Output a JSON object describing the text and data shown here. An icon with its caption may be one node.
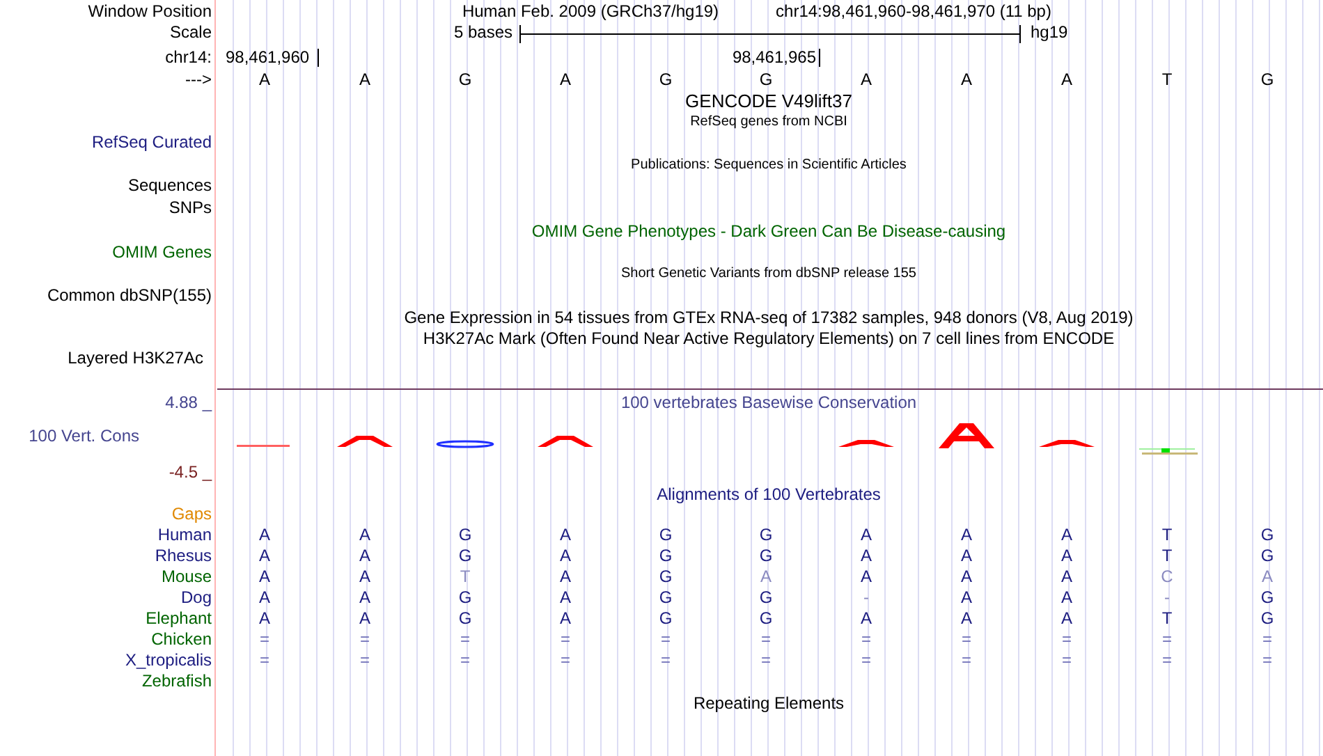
{
  "diagram": {
    "labels": [
      "Window Position",
      "Human Feb. 2009 (GRCh37/hg19)",
      "chr14:98,461,960-98,461,970 (11 bp)",
      "Scale",
      "5 bases",
      "hg19",
      "chr14:",
      "98,461,960",
      "98,461,965",
      "--->",
      "A",
      "A",
      "G",
      "A",
      "G",
      "G",
      "A",
      "A",
      "A",
      "T",
      "G",
      "GENCODE V49lift37",
      "RefSeq genes from NCBI",
      "RefSeq Curated",
      "Publications: Sequences in Scientific Articles",
      "Sequences",
      "SNPs",
      "OMIM Gene Phenotypes - Dark Green Can Be Disease-causing",
      "OMIM Genes",
      "Short Genetic Variants from dbSNP release 155",
      "Common dbSNP(155)",
      "Gene Expression in 54 tissues from GTEx RNA-seq of 17382 samples, 948 donors (V8, Aug 2019)",
      "H3K27Ac Mark (Often Found Near Active Regulatory Elements) on 7 cell lines from ENCODE",
      "Layered H3K27Ac",
      "4.88 _",
      "100 vertebrates Basewise Conservation",
      "100 Vert. Cons",
      "-4.5 _",
      "Alignments of 100 Vertebrates",
      "Gaps",
      "Human",
      "A",
      "A",
      "G",
      "A",
      "G",
      "G",
      "A",
      "A",
      "A",
      "T",
      "G",
      "Rhesus",
      "A",
      "A",
      "G",
      "A",
      "G",
      "G",
      "A",
      "A",
      "A",
      "T",
      "G",
      "Mouse",
      "A",
      "A",
      "T",
      "A",
      "G",
      "A",
      "A",
      "A",
      "A",
      "C",
      "A",
      "Dog",
      "A",
      "A",
      "G",
      "A",
      "G",
      "G",
      "-",
      "A",
      "A",
      "-",
      "G",
      "Elephant",
      "A",
      "A",
      "G",
      "A",
      "G",
      "G",
      "A",
      "A",
      "A",
      "T",
      "G",
      "Chicken",
      "=",
      "=",
      "=",
      "=",
      "=",
      "=",
      "=",
      "=",
      "=",
      "=",
      "=",
      "X_tropicalis",
      "=",
      "=",
      "=",
      "=",
      "=",
      "=",
      "=",
      "=",
      "=",
      "=",
      "=",
      "Zebrafish",
      "Repeating Elements"
    ]
  }
}
